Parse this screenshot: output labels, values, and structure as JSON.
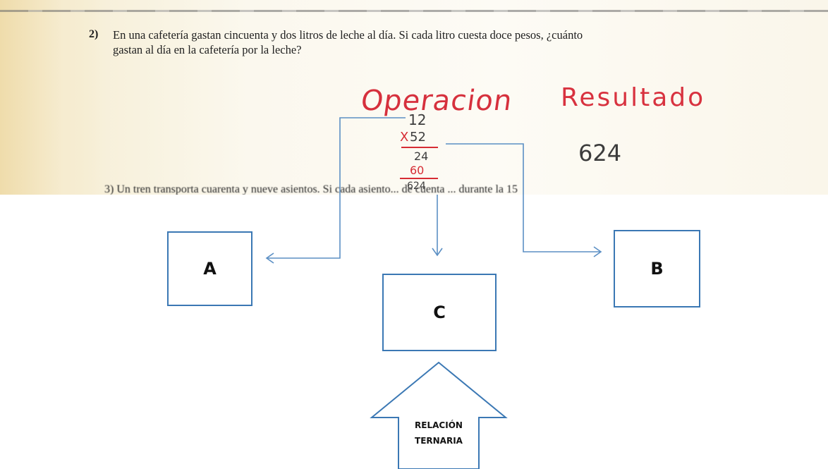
{
  "worksheet": {
    "question_number": "2)",
    "question_line1": "En una cafetería gastan cincuenta y dos litros de leche al día. Si cada litro cuesta doce pesos, ¿cuánto",
    "question_line2": "gastan al día en la cafetería por la leche?",
    "heading_operation": "Operacion",
    "heading_result": "Resultado",
    "result_value": "624",
    "next_question_cut": "3) Un tren transporta cuarenta y nueve asientos. Si cada asiento... de cuenta ... durante la 15",
    "multiplication": {
      "multiplicand": "12",
      "sign": "X",
      "multiplier": "52",
      "partial1": "24",
      "partial2": "60",
      "total": "624"
    }
  },
  "diagram": {
    "box_a_label": "A",
    "box_b_label": "B",
    "box_c_label": "C",
    "arrow_label_line1": "RELACIÓN",
    "arrow_label_line2": "TERNARIA"
  },
  "colors": {
    "box_border": "#3b78b4",
    "connector": "#5b8fc4",
    "handwriting_red": "#d6303d"
  }
}
